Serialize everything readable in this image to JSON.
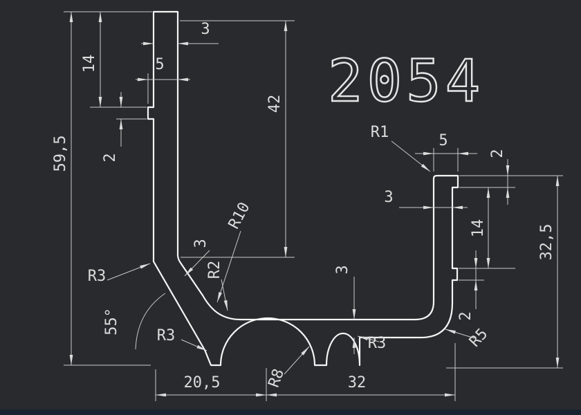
{
  "drawing": {
    "part_number": "2054",
    "colors": {
      "background": "#282a2d",
      "lines": "#f5f5f5",
      "dim_lines": "#c9c9c9",
      "text": "#dcdcdc",
      "footer_strip": "#1a2331"
    },
    "labels": {
      "overall_height": "59,5",
      "left_offset_14": "14",
      "left_width_5": "5",
      "left_tab_2": "2",
      "top_thickness_3": "3",
      "inner_height_42": "42",
      "r1": "R1",
      "right_cap_5": "5",
      "right_thickness_3": "3",
      "right_offset_14": "14",
      "right_cap_2": "2",
      "right_height_32_5": "32,5",
      "right_notch_2": "2",
      "r3_corner": "R3",
      "angle_55": "55°",
      "r3_foot": "R3",
      "r2": "R2",
      "diag_thickness_3": "3",
      "r10": "R10",
      "flange_thickness_3": "3",
      "r3_flange": "R3",
      "r5": "R5",
      "r8": "R8",
      "bottom_left_20_5": "20,5",
      "bottom_right_32": "32"
    }
  }
}
